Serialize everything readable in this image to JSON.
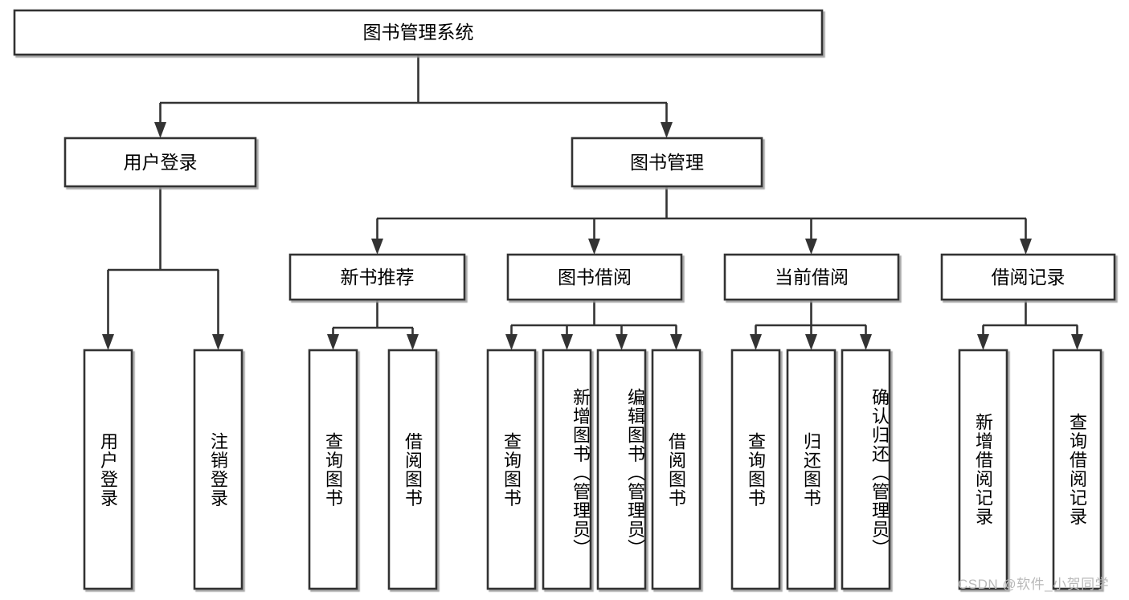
{
  "diagram": {
    "type": "tree-hierarchy",
    "title_node": {
      "label": "图书管理系统"
    },
    "level2": [
      {
        "label": "用户登录"
      },
      {
        "label": "图书管理"
      }
    ],
    "level3": [
      {
        "label": "新书推荐"
      },
      {
        "label": "图书借阅"
      },
      {
        "label": "当前借阅"
      },
      {
        "label": "借阅记录"
      }
    ],
    "leaves": {
      "user_login": [
        {
          "label": "用户登录"
        },
        {
          "label": "注销登录"
        }
      ],
      "new_book_recommend": [
        {
          "label": "查询图书"
        },
        {
          "label": "借阅图书"
        }
      ],
      "book_borrow": [
        {
          "label": "查询图书"
        },
        {
          "label": "新增图书（管理员）"
        },
        {
          "label": "编辑图书（管理员）"
        },
        {
          "label": "借阅图书"
        }
      ],
      "current_borrow": [
        {
          "label": "查询图书"
        },
        {
          "label": "归还图书"
        },
        {
          "label": "确认归还（管理员）"
        }
      ],
      "borrow_record": [
        {
          "label": "新增借阅记录"
        },
        {
          "label": "查询借阅记录"
        }
      ]
    }
  },
  "watermark": {
    "text": "CSDN @软件_小贺同学"
  },
  "colors": {
    "stroke": "#333333",
    "box_fill": "#ffffff",
    "text": "#000000",
    "watermark": "#b9b9b9",
    "background": "#ffffff"
  }
}
